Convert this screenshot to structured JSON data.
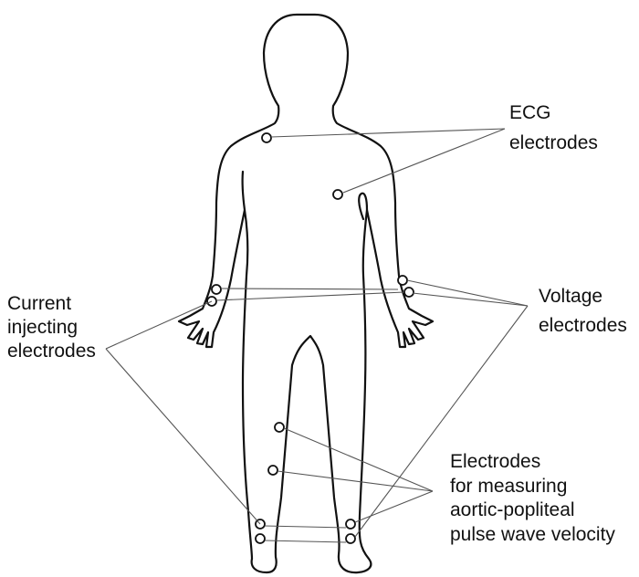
{
  "labels": {
    "ecg": [
      "ECG",
      "electrodes"
    ],
    "current": [
      "Current",
      "injecting",
      "electrodes"
    ],
    "voltage": [
      "Voltage",
      "electrodes"
    ],
    "pwv": [
      "Electrodes",
      "for measuring",
      "aortic-popliteal",
      "pulse wave velocity"
    ]
  },
  "colors": {
    "outline": "#111111",
    "leader": "#555555",
    "background": "#ffffff"
  }
}
